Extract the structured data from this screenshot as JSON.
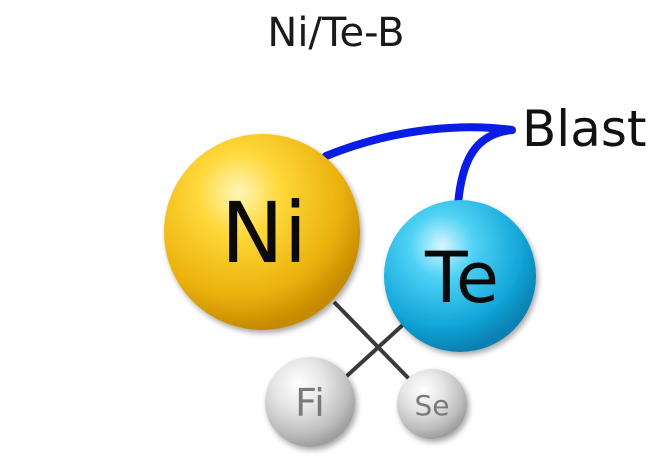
{
  "title": "Ni/Te-B",
  "callout": {
    "label": "Blast",
    "color": "#0a1de6"
  },
  "atoms": [
    {
      "key": "ni",
      "symbol": "Ni",
      "color": "#f2c417"
    },
    {
      "key": "te",
      "symbol": "Te",
      "color": "#19b6e6"
    },
    {
      "key": "fi",
      "symbol": "Fi",
      "color": "#d9d9d9"
    },
    {
      "key": "se",
      "symbol": "Se",
      "color": "#d9d9d9"
    }
  ],
  "bond_color": "#3a3a3a"
}
